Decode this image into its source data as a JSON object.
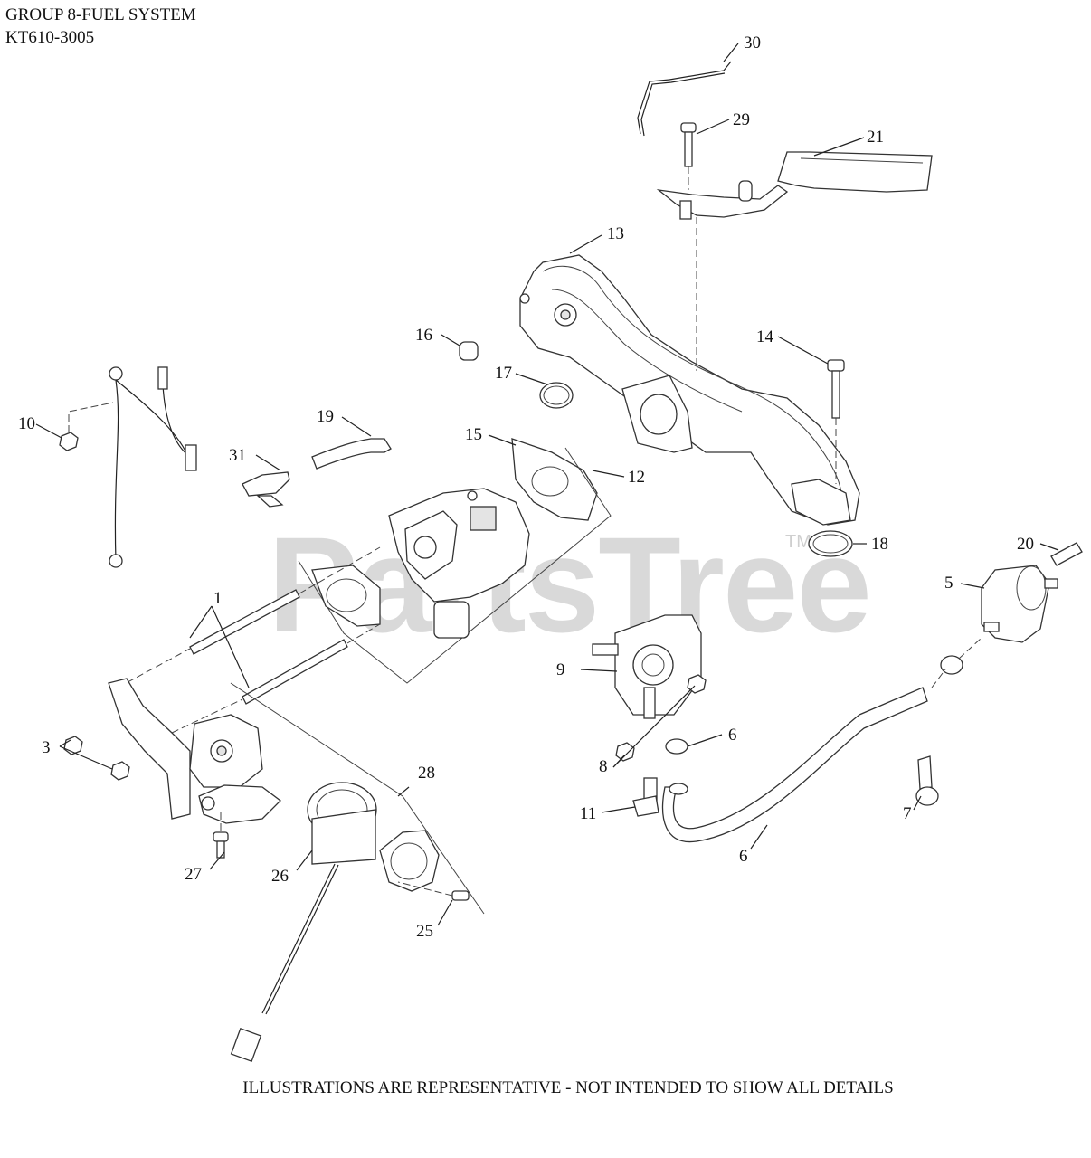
{
  "header": {
    "group_title": "GROUP 8-FUEL SYSTEM",
    "model_code": "KT610-3005"
  },
  "footer": {
    "disclaimer": "ILLUSTRATIONS ARE REPRESENTATIVE - NOT INTENDED TO SHOW ALL DETAILS"
  },
  "watermark": {
    "brand": "PartsTree",
    "trademark": "TM"
  },
  "callouts": [
    "1",
    "3",
    "5",
    "6",
    "7",
    "8",
    "9",
    "10",
    "11",
    "12",
    "13",
    "14",
    "15",
    "16",
    "17",
    "18",
    "18",
    "19",
    "20",
    "21",
    "25",
    "26",
    "27",
    "28",
    "29",
    "30",
    "31"
  ]
}
